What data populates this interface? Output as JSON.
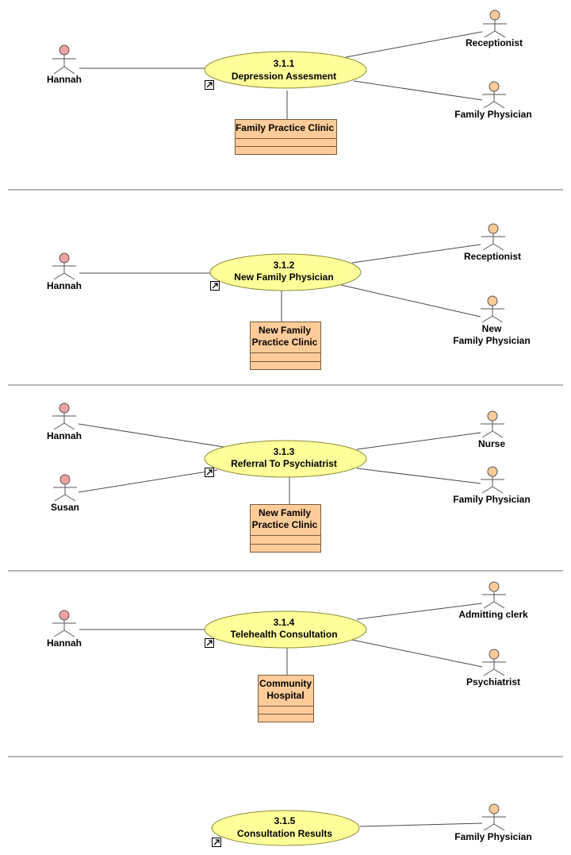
{
  "colors": {
    "usecase_fill": "#ffff99",
    "class_fill": "#ffcc99",
    "primary_actor_head": "#f2a0a0",
    "secondary_actor_head": "#ffcc99"
  },
  "icons": [
    "actor-icon",
    "link-icon"
  ],
  "panels": [
    {
      "usecase": {
        "id": "3.1.1",
        "name": "Depression Assesment"
      },
      "system": [
        "Family Practice Clinic"
      ],
      "left_actors": [
        {
          "name": [
            "Hannah"
          ]
        }
      ],
      "right_actors": [
        {
          "name": [
            "Receptionist"
          ]
        },
        {
          "name": [
            "Family Physician"
          ]
        }
      ]
    },
    {
      "usecase": {
        "id": "3.1.2",
        "name": "New Family Physician"
      },
      "system": [
        "New Family",
        "Practice Clinic"
      ],
      "left_actors": [
        {
          "name": [
            "Hannah"
          ]
        }
      ],
      "right_actors": [
        {
          "name": [
            "Receptionist"
          ]
        },
        {
          "name": [
            "New",
            "Family Physician"
          ]
        }
      ]
    },
    {
      "usecase": {
        "id": "3.1.3",
        "name": "Referral To Psychiatrist"
      },
      "system": [
        "New Family",
        "Practice Clinic"
      ],
      "left_actors": [
        {
          "name": [
            "Hannah"
          ]
        },
        {
          "name": [
            "Susan"
          ]
        }
      ],
      "right_actors": [
        {
          "name": [
            "Nurse"
          ]
        },
        {
          "name": [
            "Family Physician"
          ]
        }
      ]
    },
    {
      "usecase": {
        "id": "3.1.4",
        "name": "Telehealth Consultation"
      },
      "system": [
        "Community",
        "Hospital"
      ],
      "left_actors": [
        {
          "name": [
            "Hannah"
          ]
        }
      ],
      "right_actors": [
        {
          "name": [
            "Admitting clerk"
          ]
        },
        {
          "name": [
            "Psychiatrist"
          ]
        }
      ]
    },
    {
      "usecase": {
        "id": "3.1.5",
        "name": "Consultation Results"
      },
      "system": [],
      "left_actors": [],
      "right_actors": [
        {
          "name": [
            "Family Physician"
          ]
        }
      ]
    }
  ]
}
